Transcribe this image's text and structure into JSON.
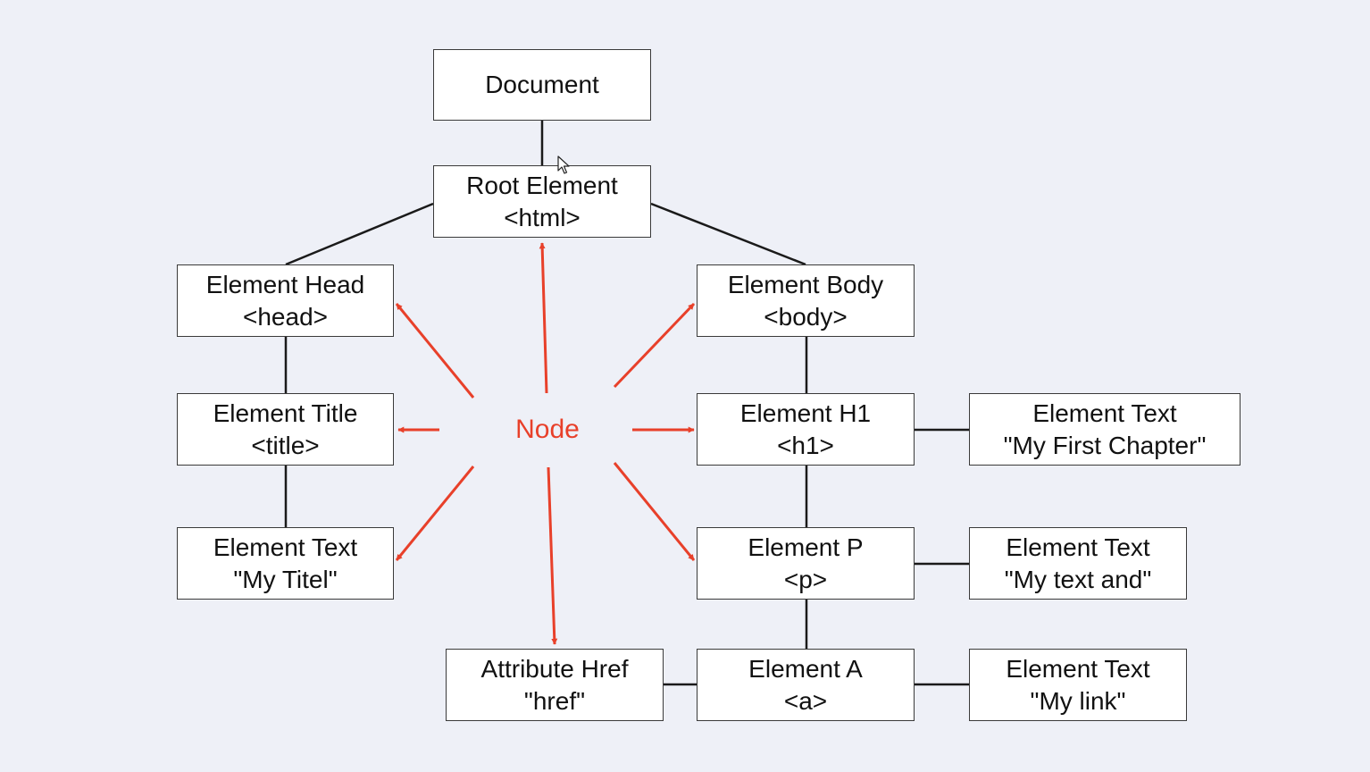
{
  "colors": {
    "node_arrow": "#e8402a",
    "connector": "#1a1a1a",
    "box_border": "#3a3a3a",
    "background": "#eef0f7"
  },
  "node_label": "Node",
  "nodes": {
    "document": {
      "line1": "Document",
      "line2": ""
    },
    "root": {
      "line1": "Root Element",
      "line2": "<html>"
    },
    "head": {
      "line1": "Element Head",
      "line2": "<head>"
    },
    "title": {
      "line1": "Element Title",
      "line2": "<title>"
    },
    "title_text": {
      "line1": "Element Text",
      "line2": "\"My Titel\""
    },
    "body": {
      "line1": "Element Body",
      "line2": "<body>"
    },
    "h1": {
      "line1": "Element H1",
      "line2": "<h1>"
    },
    "h1_text": {
      "line1": "Element Text",
      "line2": "\"My First Chapter\""
    },
    "p": {
      "line1": "Element P",
      "line2": "<p>"
    },
    "p_text": {
      "line1": "Element Text",
      "line2": "\"My text and\""
    },
    "a": {
      "line1": "Element A",
      "line2": "<a>"
    },
    "a_text": {
      "line1": "Element Text",
      "line2": "\"My link\""
    },
    "href": {
      "line1": "Attribute Href",
      "line2": "\"href\""
    }
  },
  "edges": [
    [
      "document",
      "root"
    ],
    [
      "root",
      "head"
    ],
    [
      "root",
      "body"
    ],
    [
      "head",
      "title"
    ],
    [
      "title",
      "title_text"
    ],
    [
      "body",
      "h1"
    ],
    [
      "h1",
      "h1_text"
    ],
    [
      "h1",
      "p"
    ],
    [
      "p",
      "p_text"
    ],
    [
      "p",
      "a"
    ],
    [
      "a",
      "a_text"
    ],
    [
      "a",
      "href"
    ]
  ],
  "node_arrows": [
    "root",
    "head",
    "title",
    "title_text",
    "body",
    "h1",
    "p",
    "href"
  ]
}
